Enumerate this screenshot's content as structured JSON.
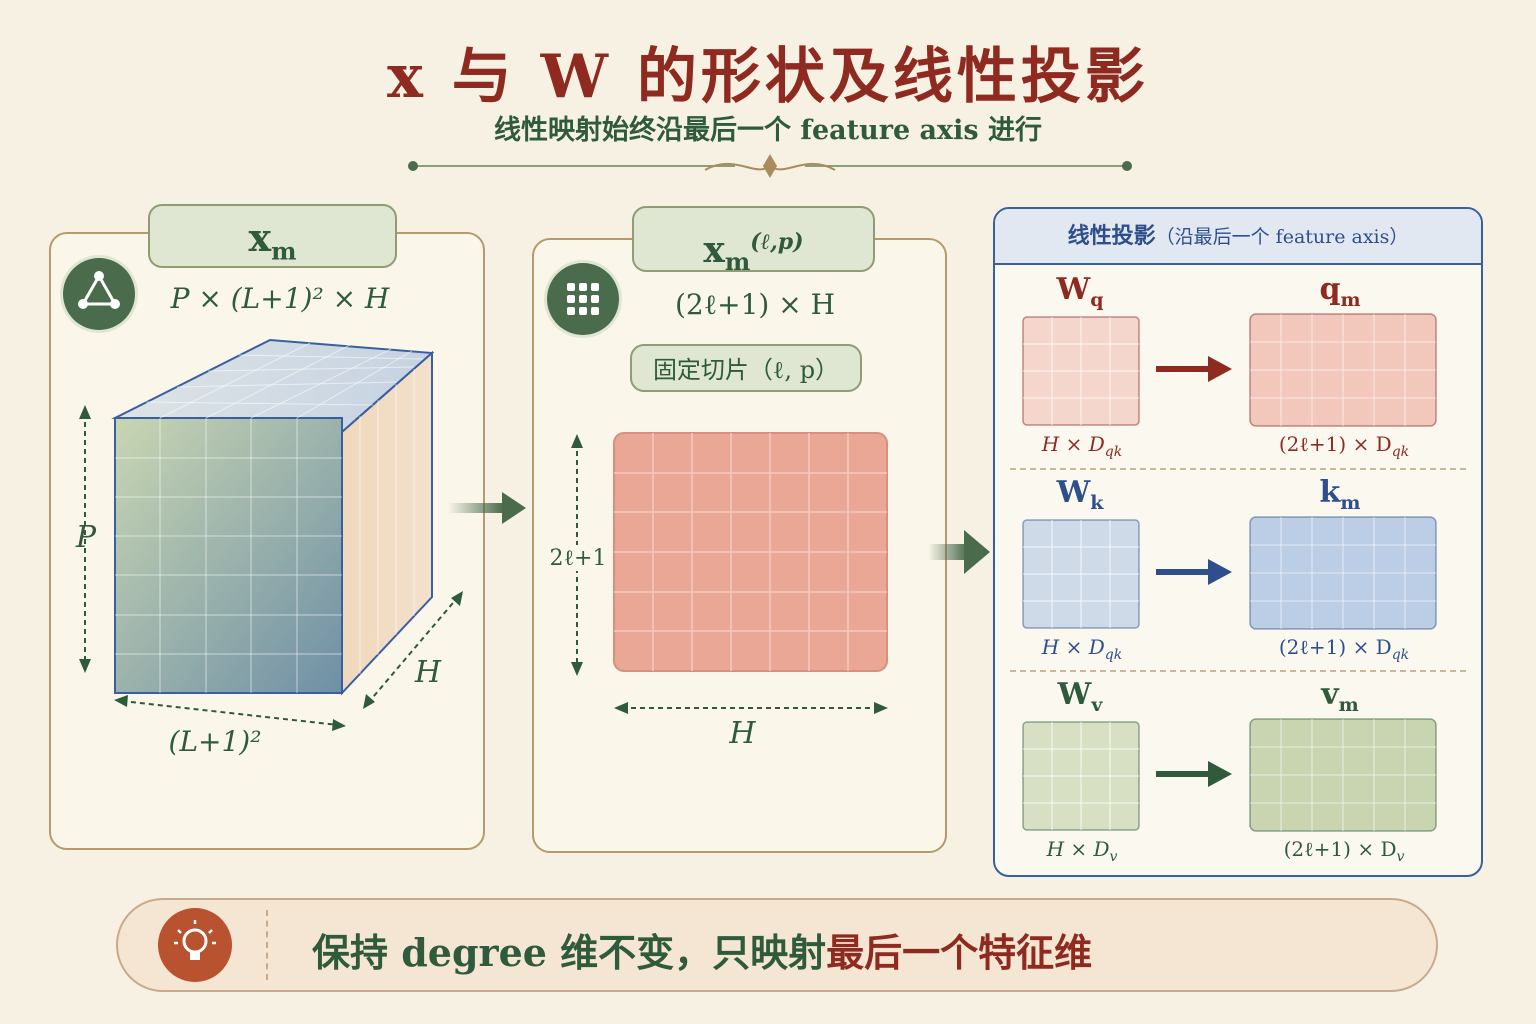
{
  "header": {
    "title": "x 与 W 的形状及线性投影",
    "subtitle": "线性映射始终沿最后一个 feature axis 进行"
  },
  "left": {
    "tag_base": "x",
    "tag_sub": "m",
    "shape": "P × (L+1)² × H",
    "axis_p": "P",
    "axis_h": "H",
    "axis_l": "(L+1)²"
  },
  "middle": {
    "tag_base": "x",
    "tag_sub": "m",
    "tag_sup": "(ℓ,p)",
    "shape": "(2ℓ+1) × H",
    "slice_label": "固定切片（ℓ, p）",
    "axis_rows": "2ℓ+1",
    "axis_cols": "H"
  },
  "right": {
    "header_main": "线性投影",
    "header_note": "（沿最后一个 feature axis）",
    "rows": [
      {
        "w_base": "W",
        "w_sub": "q",
        "out_base": "q",
        "out_sub": "m",
        "w_dim": "H × D",
        "w_dim_sub": "qk",
        "out_dim": "(2ℓ+1) × D",
        "out_dim_sub": "qk",
        "color": "#8e2a20",
        "fill": "#f2c8bd"
      },
      {
        "w_base": "W",
        "w_sub": "k",
        "out_base": "k",
        "out_sub": "m",
        "w_dim": "H × D",
        "w_dim_sub": "qk",
        "out_dim": "(2ℓ+1) × D",
        "out_dim_sub": "qk",
        "color": "#2e4f8c",
        "fill": "#bccde6"
      },
      {
        "w_base": "W",
        "w_sub": "v",
        "out_base": "v",
        "out_sub": "m",
        "w_dim": "H × D",
        "w_dim_sub": "v",
        "out_dim": "(2ℓ+1) × D",
        "out_dim_sub": "v",
        "color": "#2f5a3c",
        "fill": "#c8d5b0"
      }
    ]
  },
  "bottom": {
    "text_a": "保持 degree 维不变，只映射",
    "text_b": "最后一个特征维"
  },
  "icons": [
    "triangle-nodes-icon",
    "grid-dots-icon",
    "lightbulb-icon"
  ]
}
